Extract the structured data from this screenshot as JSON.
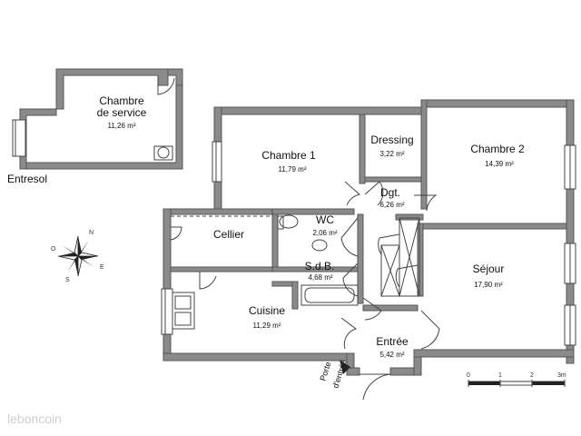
{
  "rooms": {
    "chambre_service": {
      "name_line1": "Chambre",
      "name_line2": "de service",
      "area": "11,26 m²"
    },
    "chambre1": {
      "name": "Chambre 1",
      "area": "11,79 m²"
    },
    "dressing": {
      "name": "Dressing",
      "area": "3,22 m²"
    },
    "chambre2": {
      "name": "Chambre 2",
      "area": "14,39 m²"
    },
    "dgt": {
      "name": "Dgt.",
      "area": "6,26 m²"
    },
    "wc": {
      "name": "WC",
      "area": "2,06 m²"
    },
    "cellier": {
      "name": "Cellier"
    },
    "sdb": {
      "name": "S.d.B.",
      "area": "4,68 m²"
    },
    "sejour": {
      "name": "Séjour",
      "area": "17,90 m²"
    },
    "cuisine": {
      "name": "Cuisine",
      "area": "11,29 m²"
    },
    "entree": {
      "name": "Entrée",
      "area": "5,42 m²"
    }
  },
  "labels": {
    "entresol": "Entresol",
    "porte_line1": "Porte",
    "porte_line2": "d'entrée",
    "watermark": "leboncoin"
  },
  "compass": {
    "n": "N",
    "s": "S",
    "e": "E",
    "o": "O"
  },
  "scale": {
    "ticks": [
      "0",
      "1",
      "2",
      "3m"
    ]
  }
}
